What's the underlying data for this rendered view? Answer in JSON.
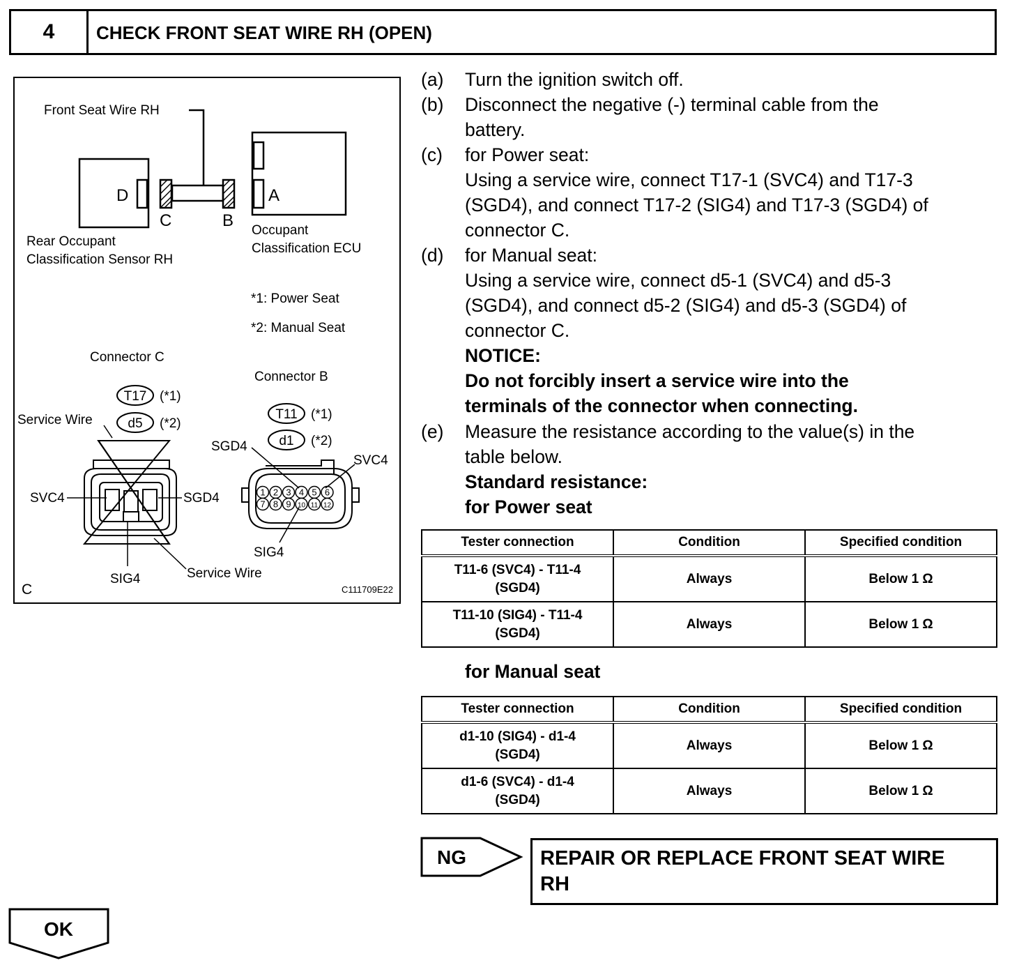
{
  "header": {
    "step_number": "4",
    "title": "CHECK FRONT SEAT WIRE RH (OPEN)"
  },
  "figure": {
    "front_seat_wire": "Front Seat Wire RH",
    "connector_d": "D",
    "connector_a": "A",
    "connector_c": "C",
    "connector_b": "B",
    "rear_sensor_line1": "Rear Occupant",
    "rear_sensor_line2": "Classification Sensor RH",
    "ecu_line1": "Occupant",
    "ecu_line2": "Classification ECU",
    "note1": "*1: Power Seat",
    "note2": "*2: Manual Seat",
    "connector_c_title": "Connector C",
    "connector_b_title": "Connector B",
    "c_code_power": "T17",
    "c_code_manual": "d5",
    "b_code_power": "T11",
    "b_code_manual": "d1",
    "mark1": "(*1)",
    "mark2": "(*2)",
    "service_wire": "Service Wire",
    "svc4": "SVC4",
    "sgd4": "SGD4",
    "sig4": "SIG4",
    "pins_row1": [
      "1",
      "2",
      "3",
      "4",
      "5",
      "6"
    ],
    "pins_row2": [
      "7",
      "8",
      "9",
      "10",
      "11",
      "12"
    ],
    "corner_label": "C",
    "figure_id": "C111709E22"
  },
  "steps": [
    {
      "label": "(a)",
      "text": "Turn the ignition switch off."
    },
    {
      "label": "(b)",
      "lines": [
        "Disconnect the negative (-) terminal cable from the",
        "battery."
      ]
    },
    {
      "label": "(c)",
      "lines": [
        "for Power seat:",
        "Using a service wire, connect T17-1 (SVC4) and T17-3",
        "(SGD4), and connect T17-2 (SIG4) and T17-3 (SGD4) of",
        "connector C."
      ]
    },
    {
      "label": "(d)",
      "lines": [
        "for Manual seat:",
        "Using a service wire, connect d5-1 (SVC4) and d5-3",
        "(SGD4), and connect d5-2 (SIG4) and d5-3 (SGD4) of",
        "connector C."
      ]
    },
    {
      "label": "(e)",
      "lines": [
        "Measure the resistance according to the value(s) in the",
        "table below."
      ]
    }
  ],
  "notice": {
    "title": "NOTICE:",
    "lines": [
      "Do not forcibly insert a service wire into the",
      "terminals of the connector when connecting."
    ]
  },
  "standard_resistance": "Standard resistance:",
  "power_seat_heading": "for Power seat",
  "manual_seat_heading": "for Manual seat",
  "table_headers": [
    "Tester connection",
    "Condition",
    "Specified condition"
  ],
  "power_table": [
    {
      "connection_1": "T11-6 (SVC4) - T11-4",
      "connection_2": "(SGD4)",
      "condition": "Always",
      "specified": "Below 1 Ω"
    },
    {
      "connection_1": "T11-10 (SIG4) - T11-4",
      "connection_2": "(SGD4)",
      "condition": "Always",
      "specified": "Below 1 Ω"
    }
  ],
  "manual_table": [
    {
      "connection_1": "d1-10 (SIG4) - d1-4",
      "connection_2": "(SGD4)",
      "condition": "Always",
      "specified": "Below 1 Ω"
    },
    {
      "connection_1": "d1-6 (SVC4) - d1-4",
      "connection_2": "(SGD4)",
      "condition": "Always",
      "specified": "Below 1 Ω"
    }
  ],
  "ng": {
    "label": "NG",
    "result_line1": "REPAIR OR REPLACE FRONT SEAT WIRE",
    "result_line2": "RH"
  },
  "ok": {
    "label": "OK"
  }
}
